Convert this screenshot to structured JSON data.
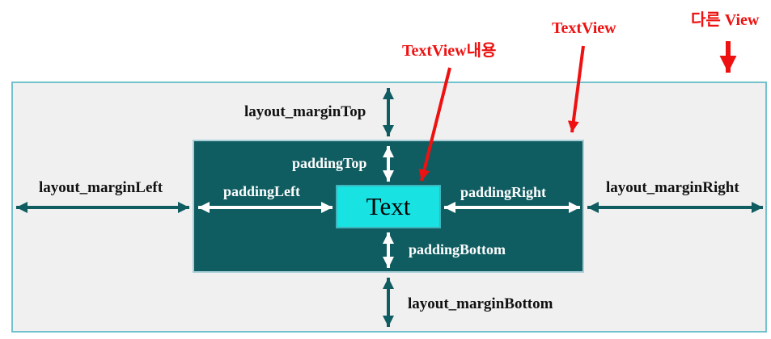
{
  "diagram": {
    "annotations": {
      "textview_content": "TextView내용",
      "textview": "TextView",
      "other_view": "다른 View"
    },
    "margin_labels": {
      "top": "layout_marginTop",
      "left": "layout_marginLeft",
      "right": "layout_marginRight",
      "bottom": "layout_marginBottom"
    },
    "padding_labels": {
      "top": "paddingTop",
      "left": "paddingLeft",
      "right": "paddingRight",
      "bottom": "paddingBottom"
    },
    "text_content": "Text",
    "colors": {
      "outer_view_fill": "#f0f0f1",
      "outer_view_border": "#72c2ce",
      "textview_fill": "#0f5c61",
      "textview_border": "#a8cfd8",
      "text_box_fill": "#18e2e2",
      "text_box_border": "#3eb4bc",
      "margin_arrow": "#0f5c61",
      "padding_arrow": "#ffffff",
      "annotation_red": "#ee1111",
      "margin_label_text": "#111111",
      "padding_label_text": "#ffffff"
    }
  }
}
